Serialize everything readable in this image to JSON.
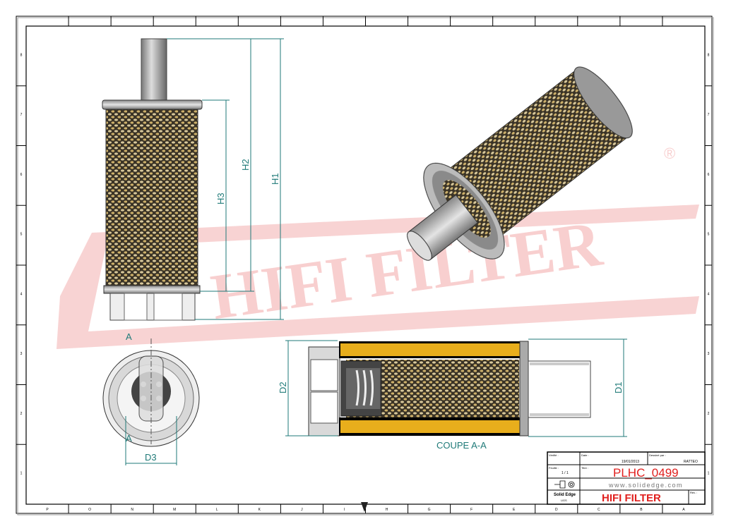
{
  "drawing": {
    "dimensions": {
      "h1": "H1",
      "h2": "H2",
      "h3": "H3",
      "d1": "D1",
      "d2": "D2",
      "d3": "D3"
    },
    "section_marker": "A",
    "section_label": "COUPE A-A",
    "watermark": "HIFI FILTER",
    "watermark_mark": "®"
  },
  "border": {
    "bottom_letters": [
      "P",
      "O",
      "N",
      "M",
      "L",
      "K",
      "J",
      "I",
      "H",
      "G",
      "F",
      "E",
      "D",
      "C",
      "B",
      "A"
    ],
    "side_numbers": [
      "8",
      "7",
      "6",
      "5",
      "4",
      "3",
      "2",
      "1"
    ]
  },
  "title_block": {
    "verified_label": "Vérifié :",
    "date_label": "Date :",
    "date_value": "19/01/2013",
    "designer_label": "Dessiné par :",
    "designer_value": "RATTEO",
    "sheet_label": "Feuille :",
    "sheet_value": "1 / 1",
    "title_label": "Titre :",
    "title_value": "PLHC_0499",
    "website": "www.solidedge.com",
    "software": "Solid Edge",
    "software_sub": "UGS",
    "company": "HIFI FILTER",
    "rev_label": "Rév. :"
  },
  "colors": {
    "dim": "#1f7a78",
    "accent": "#e0201e",
    "filter_yellow": "#e8ae1c",
    "watermark": "#f6c8c8"
  }
}
